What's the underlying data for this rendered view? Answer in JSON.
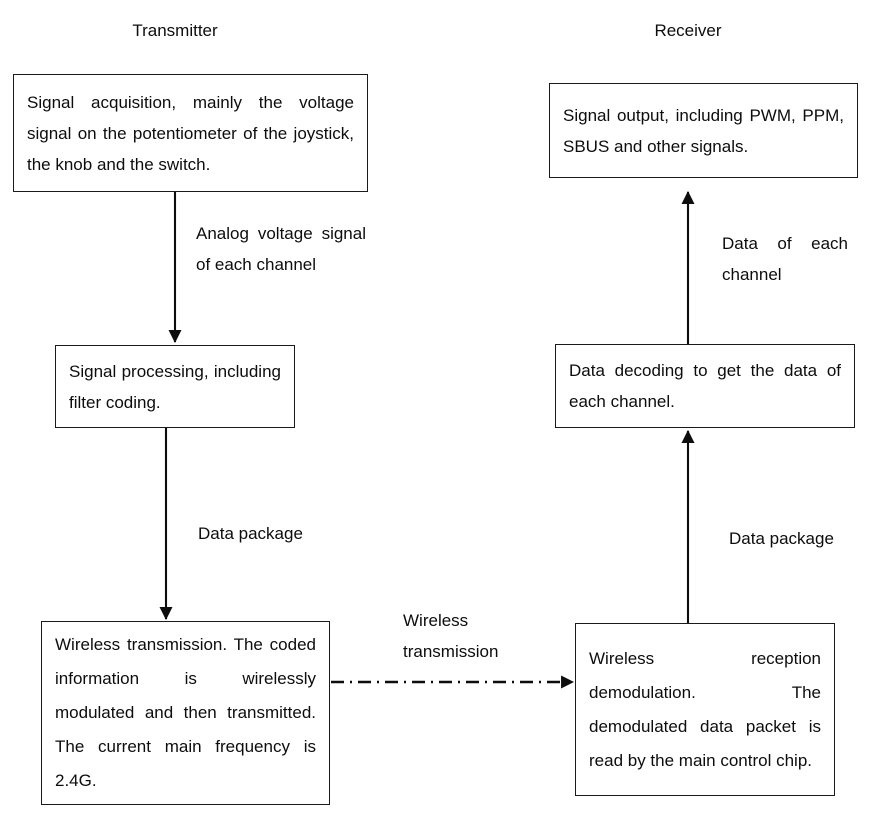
{
  "diagram": {
    "title_left": "Transmitter",
    "title_right": "Receiver",
    "stroke_color": "#1a1a1a",
    "text_color": "#0d0d0d",
    "background": "#ffffff"
  },
  "transmitter": {
    "header": "Transmitter",
    "boxes": [
      {
        "id": "signal-acquisition",
        "text": "Signal acquisition, mainly the voltage signal on the potentiometer of the joystick, the knob and the switch."
      },
      {
        "id": "signal-processing",
        "text": "Signal processing, including filter coding."
      },
      {
        "id": "wireless-transmission",
        "text": "Wireless transmission. The coded information is wirelessly modulated and then transmitted. The current main frequency is 2.4G."
      }
    ],
    "edge_labels": [
      {
        "id": "analog-voltage",
        "text": "Analog voltage signal of each channel"
      },
      {
        "id": "data-package-tx",
        "text": "Data package"
      }
    ]
  },
  "receiver": {
    "header": "Receiver",
    "boxes": [
      {
        "id": "signal-output",
        "text": "Signal output, including PWM, PPM, SBUS and other signals."
      },
      {
        "id": "data-decoding",
        "text": "Data decoding to get the data of each channel."
      },
      {
        "id": "wireless-reception",
        "text": "Wireless reception demodulation. The demodulated data packet is read by the main control chip."
      }
    ],
    "edge_labels": [
      {
        "id": "data-of-each-channel",
        "text": "Data of each channel"
      },
      {
        "id": "data-package-rx",
        "text": "Data package"
      }
    ]
  },
  "link": {
    "id": "wireless-link",
    "label": "Wireless transmission",
    "style": "dash-dot",
    "direction": "left-to-right"
  }
}
